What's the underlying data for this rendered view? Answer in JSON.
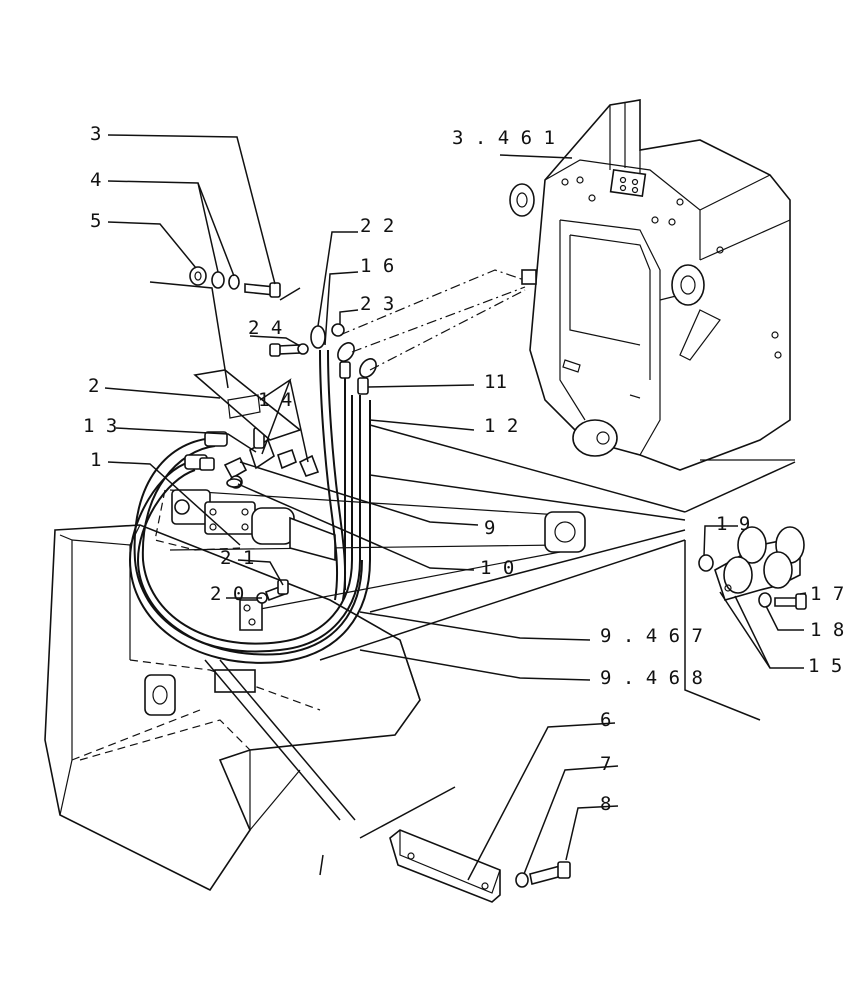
{
  "labels": {
    "l1": "1",
    "l2": "2",
    "l3": "3",
    "l4": "4",
    "l5": "5",
    "l6": "6",
    "l7": "7",
    "l8": "8",
    "l9": "9",
    "l10": "1 0",
    "l11": "11",
    "l12": "1 2",
    "l13": "1 3",
    "l14": "1 4",
    "l15": "1 5",
    "l16": "1 6",
    "l17": "1 7",
    "l18": "1 8",
    "l19": "1 9",
    "l20": "2 0",
    "l21": "2 1",
    "l22": "2 2",
    "l23": "2 3",
    "l24": "2 4",
    "ref_3461": "3 . 4 6 1",
    "ref_9467": "9 . 4 6 7",
    "ref_9468": "9 . 4 6 8"
  }
}
